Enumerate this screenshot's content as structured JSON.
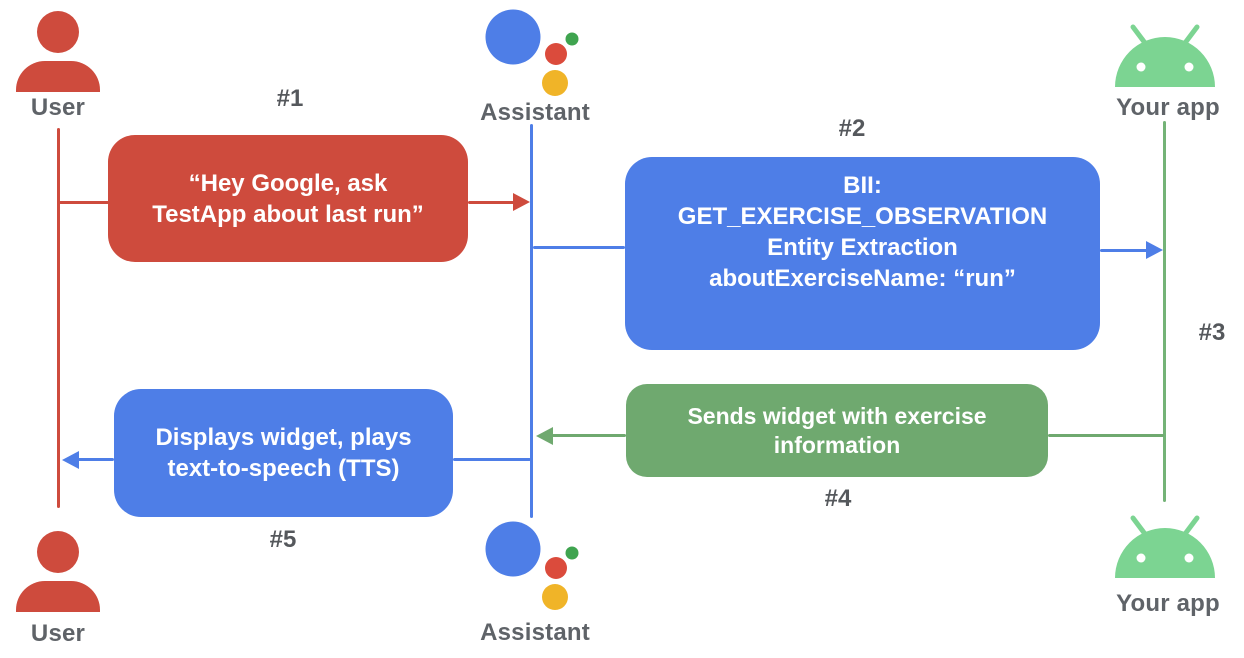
{
  "diagram_type": "sequence-flow",
  "colors": {
    "user_red": "#CE4B3D",
    "assistant_blue": "#4E7EE7",
    "widget_green": "#6FA96F",
    "app_lifeline_green": "#74B377",
    "android_green": "#7CD492",
    "assistant_dot_red": "#DB4B3C",
    "assistant_dot_green": "#3FA44F",
    "assistant_dot_yellow": "#F0B428",
    "label_gray": "#5F6368",
    "box_text_white": "#FFFFFF"
  },
  "actors": {
    "top": [
      {
        "id": "user",
        "label": "User"
      },
      {
        "id": "assistant",
        "label": "Assistant"
      },
      {
        "id": "your-app",
        "label": "Your app"
      }
    ],
    "bottom": [
      {
        "id": "user",
        "label": "User"
      },
      {
        "id": "assistant",
        "label": "Assistant"
      },
      {
        "id": "your-app",
        "label": "Your app"
      }
    ]
  },
  "messages": {
    "m1": {
      "step": "#1",
      "from": "User",
      "to": "Assistant",
      "lines": [
        "“Hey Google, ask",
        "TestApp about last run”"
      ]
    },
    "m2": {
      "step": "#2",
      "from": "Assistant",
      "to": "Your app",
      "lines": [
        "BII:",
        "GET_EXERCISE_OBSERVATION",
        "Entity Extraction",
        "aboutExerciseName: “run”"
      ]
    },
    "m3": {
      "step": "#3",
      "from": "Your app",
      "to": "Your app"
    },
    "m4": {
      "step": "#4",
      "from": "Your app",
      "to": "Assistant",
      "lines": [
        "Sends widget with exercise",
        "information"
      ]
    },
    "m5": {
      "step": "#5",
      "from": "Assistant",
      "to": "User",
      "lines": [
        "Displays widget, plays",
        "text-to-speech (TTS)"
      ]
    }
  }
}
